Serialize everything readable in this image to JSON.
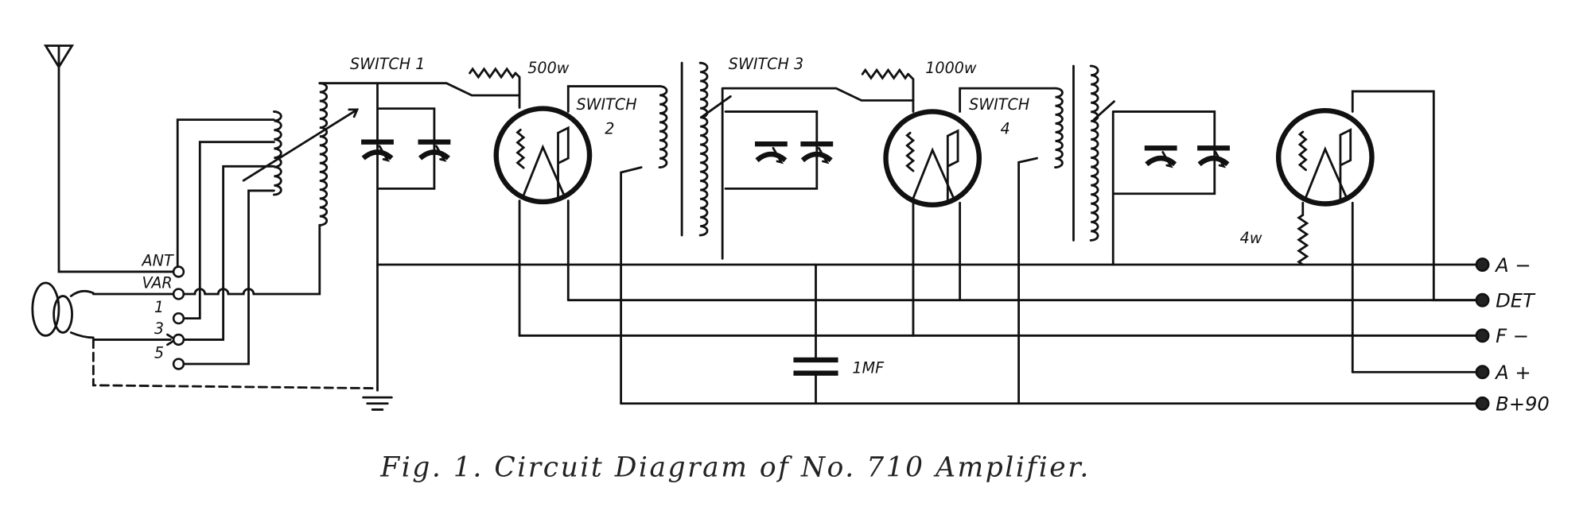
{
  "figure": {
    "caption": "Fig. 1.  Circuit Diagram of No. 710 Amplifier."
  },
  "labels": {
    "switch1": "SWITCH 1",
    "switch2": "SWITCH",
    "switch2_num": "2",
    "switch3": "SWITCH 3",
    "switch4": "SWITCH",
    "switch4_num": "4",
    "r500": "500w",
    "r1000": "1000w",
    "r4": "4w",
    "cap_1mf": "1MF"
  },
  "input_terminals": [
    "ANT",
    "VAR",
    "1",
    "3",
    "5"
  ],
  "output_terminals": [
    "A −",
    "DET",
    "F −",
    "A +",
    "B+90"
  ]
}
